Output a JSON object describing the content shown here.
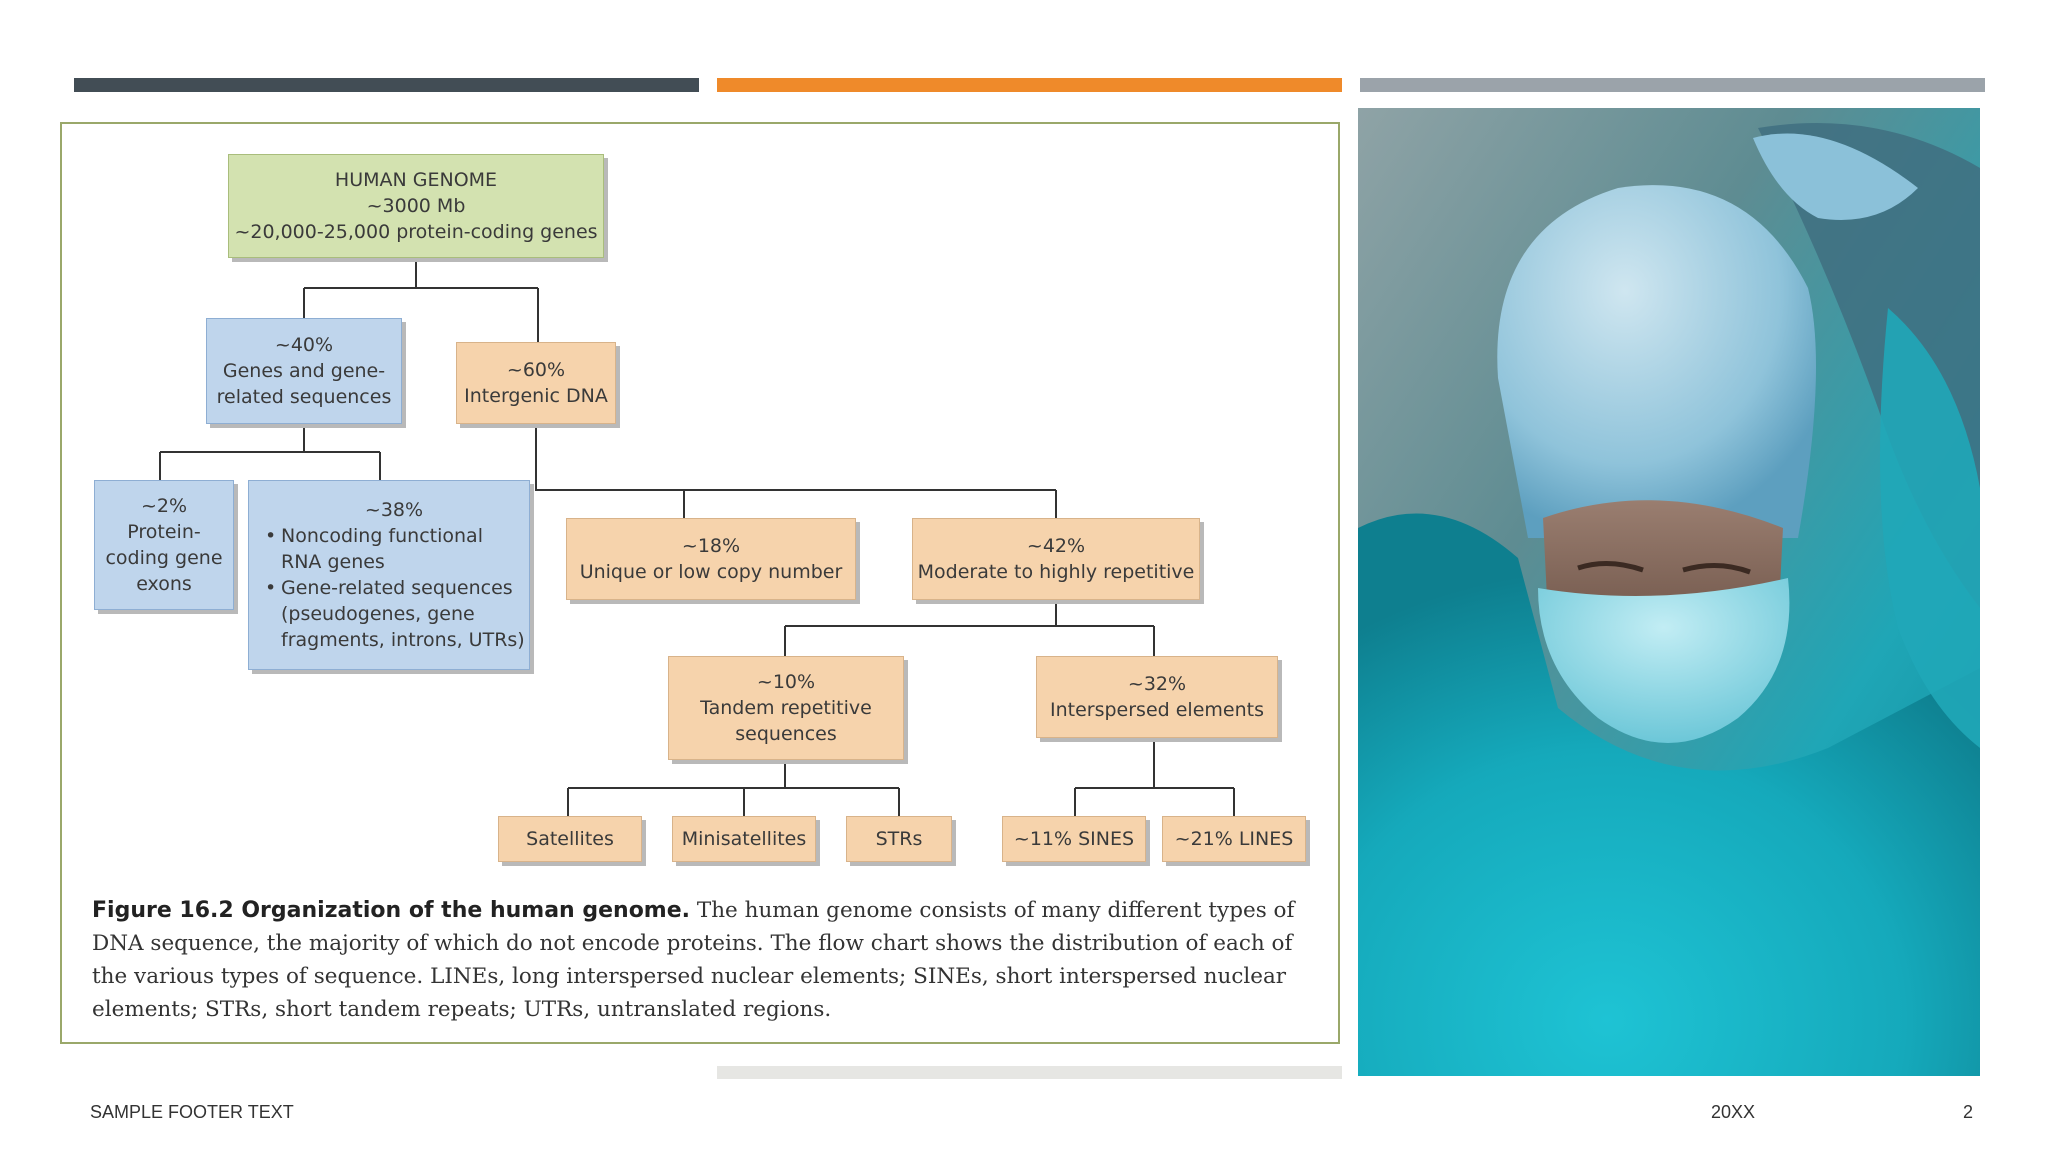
{
  "colors": {
    "bar_dark": "#424d55",
    "bar_orange": "#ef8a2a",
    "bar_gray": "#9ba3aa",
    "bar_light": "#e6e6e3",
    "frame": "#9aa86a",
    "box_green": "#d3e2b0",
    "box_blue": "#bfd5ec",
    "box_tan": "#f6d3ac"
  },
  "diagram": {
    "root": [
      "HUMAN GENOME",
      "~3000 Mb",
      "~20,000-25,000 protein-coding genes"
    ],
    "genes": [
      "~40%",
      "Genes and gene-",
      "related sequences"
    ],
    "intergenic": [
      "~60%",
      "Intergenic DNA"
    ],
    "coding": [
      "~2%",
      "Protein-",
      "coding gene",
      "exons"
    ],
    "noncoding": {
      "pct": "~38%",
      "bullet1": "Noncoding functional RNA genes",
      "bullet2": "Gene-related sequences (pseudogenes, gene fragments, introns, UTRs)"
    },
    "unique": [
      "~18%",
      "Unique or low copy number"
    ],
    "repetitive": [
      "~42%",
      "Moderate to highly repetitive"
    ],
    "tandem": [
      "~10%",
      "Tandem repetitive",
      "sequences"
    ],
    "interspersed": [
      "~32%",
      "Interspersed elements"
    ],
    "satellites": "Satellites",
    "minisatellites": "Minisatellites",
    "strs": "STRs",
    "sines": "~11% SINES",
    "lines": "~21% LINES"
  },
  "caption": {
    "label": "Figure 16.2 Organization of the human genome.",
    "text": "The human genome consists of many different types of DNA sequence, the majority of which do not encode proteins. The flow chart shows the distribution of each of the various types of sequence. LINEs, long interspersed nuclear elements; SINEs, short interspersed nuclear elements; STRs, short tandem repeats; UTRs, untranslated regions."
  },
  "footer": {
    "left": "SAMPLE FOOTER TEXT",
    "date": "20XX",
    "page": "2"
  }
}
